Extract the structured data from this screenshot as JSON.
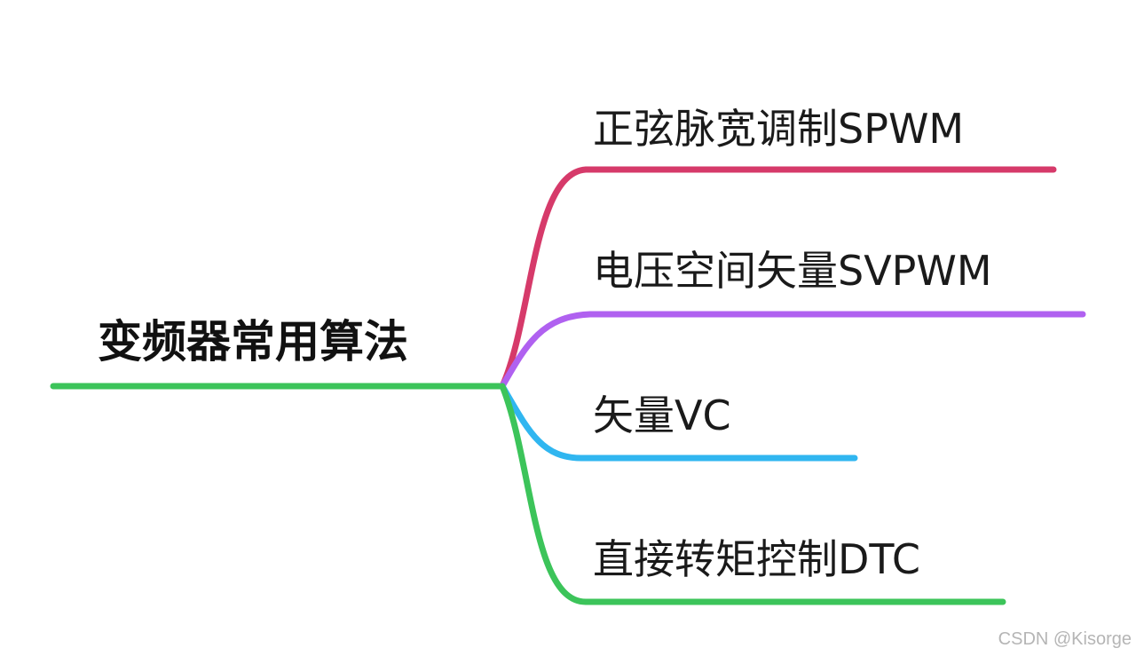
{
  "root": {
    "label": "变频器常用算法",
    "color": "#3cc45a"
  },
  "branches": [
    {
      "label": "正弦脉宽调制SPWM",
      "color": "#d63a6a"
    },
    {
      "label": "电压空间矢量SVPWM",
      "color": "#b061f0"
    },
    {
      "label": "矢量VC",
      "color": "#30b6f0"
    },
    {
      "label": "直接转矩控制DTC",
      "color": "#3cc45a"
    }
  ],
  "watermark": "CSDN @Kisorge"
}
